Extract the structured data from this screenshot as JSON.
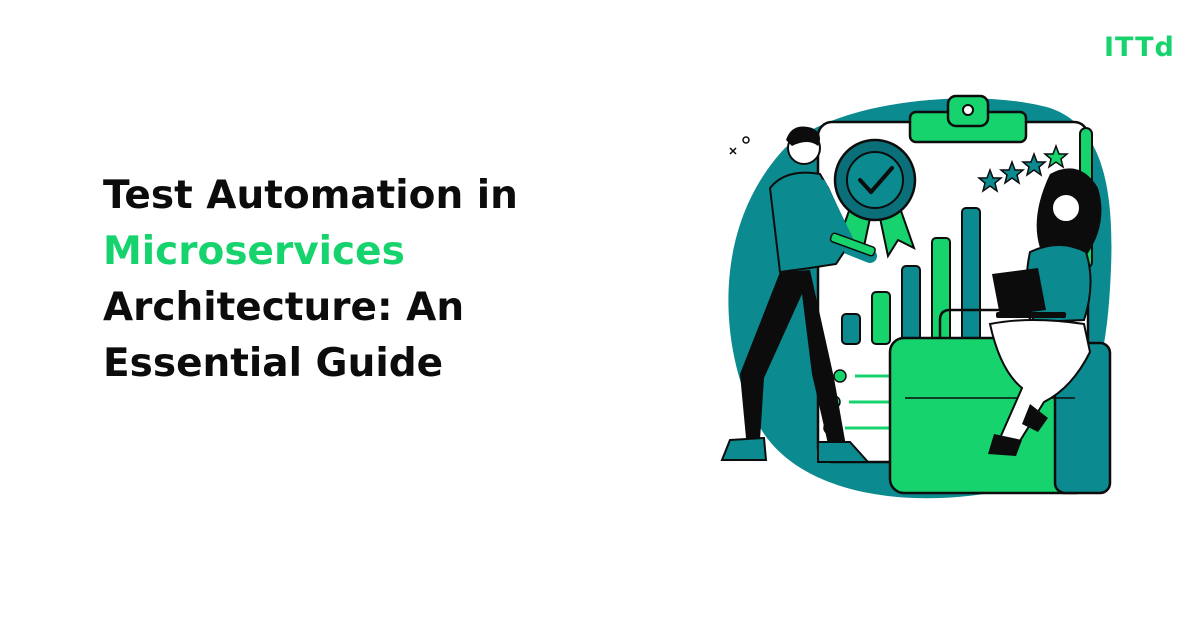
{
  "brand": {
    "logo_text": "ITTd"
  },
  "headline": {
    "line1": "Test Automation in",
    "line2": "Microservices",
    "line3": "Architecture: An",
    "line4": "Essential Guide"
  },
  "colors": {
    "background": "#ffffff",
    "text": "#0c0c0c",
    "accent_green": "#17d36e",
    "teal": "#0b8a8f",
    "dark_teal": "#0a6f78"
  },
  "illustration": {
    "description_icons": [
      "clipboard-icon",
      "rosette-checkmark-icon",
      "star-rating-icon",
      "bar-chart-icon",
      "person-with-pencil-icon",
      "person-with-laptop-icon",
      "briefcase-icon"
    ]
  }
}
